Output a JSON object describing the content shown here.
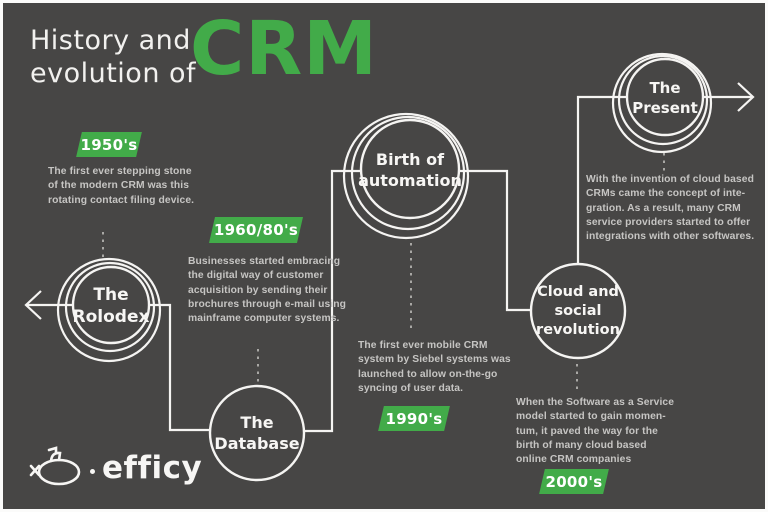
{
  "title": {
    "prefix": "History and\nevolution of",
    "highlight": "CRM"
  },
  "colors": {
    "background": "#474645",
    "accent_green": "#42ab49",
    "line_white": "#f5f4f2",
    "paragraph_gray": "#c6c5c3",
    "dashed_gray": "#a9a8a5"
  },
  "logo": {
    "text": "efficy",
    "icon": "submarine-icon"
  },
  "milestones": [
    {
      "era": "1950's",
      "node": "The\nRolodex",
      "description": "The first ever stepping stone\nof the modern CRM was this\nrotating contact filing device."
    },
    {
      "era": "1960/80's",
      "node": "The\nDatabase",
      "description": "Businesses started embracing\nthe digital way of customer\nacquisition by sending their\nbrochures through e-mail using\nmainframe computer systems."
    },
    {
      "era": "1990's",
      "node": "Birth of\nautomation",
      "description": "The first ever mobile CRM\nsystem by Siebel systems was\nlaunched to allow on-the-go\nsyncing of user data."
    },
    {
      "era": "2000's",
      "node": "Cloud and\nsocial\nrevolution",
      "description": "When the Software as a Service\nmodel started to gain momen-\ntum, it paved the way for the\nbirth of many cloud based\nonline CRM companies"
    },
    {
      "node": "The\nPresent",
      "description": "With the invention of cloud based\nCRMs came the concept of inte-\ngration. As a result, many CRM\nservice providers started to offer\nintegrations with other softwares."
    }
  ]
}
